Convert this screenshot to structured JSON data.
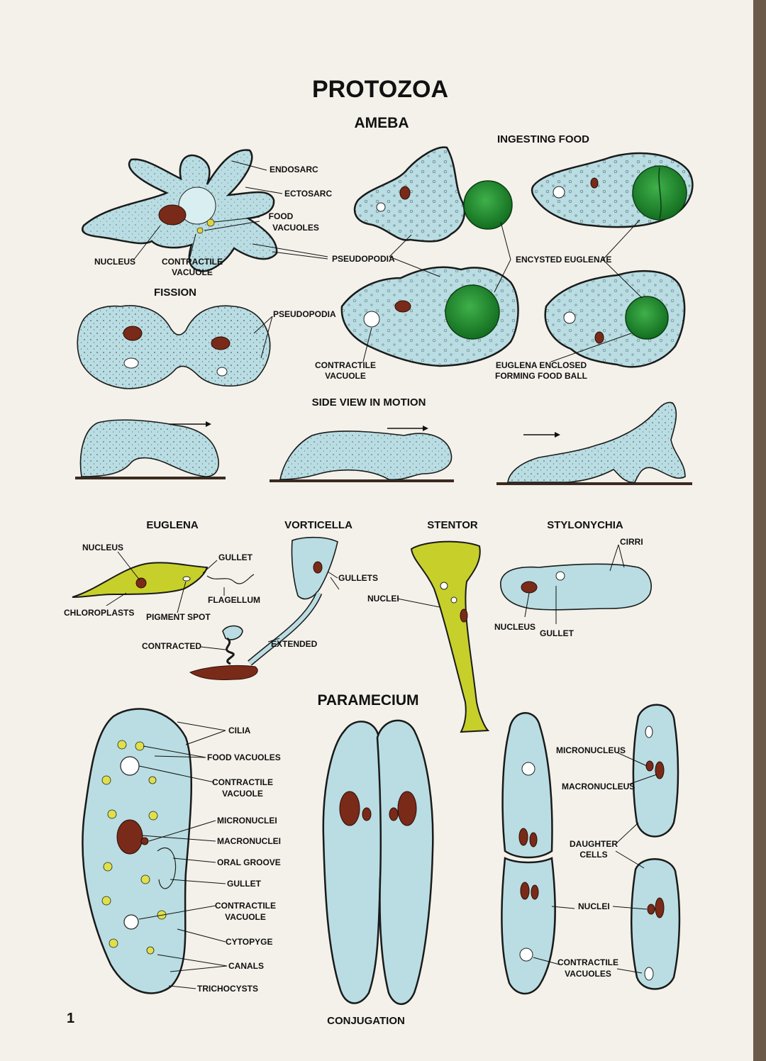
{
  "title": "PROTOZOA",
  "sections": {
    "ameba": "AMEBA",
    "paramecium": "PARAMECIUM"
  },
  "ameba": {
    "labels": {
      "endosarc": "ENDOSARC",
      "ectosarc": "ECTOSARC",
      "food_vacuoles": [
        "FOOD",
        "VACUOLES"
      ],
      "nucleus": "NUCLEUS",
      "contractile_vacuole": [
        "CONTRACTILE",
        "VACUOLE"
      ],
      "pseudopodia": "PSEUDOPODIA"
    },
    "fission": {
      "heading": "FISSION",
      "pseudopodia": "PSEUDOPODIA"
    },
    "ingesting_food": {
      "heading": "INGESTING FOOD",
      "encysted_euglenae": "ENCYSTED EUGLENAE",
      "contractile_vacuole": [
        "CONTRACTILE",
        "VACUOLE"
      ],
      "euglena_enclosed": [
        "EUGLENA ENCLOSED",
        "FORMING FOOD BALL"
      ]
    },
    "side_view": {
      "heading": "SIDE VIEW IN MOTION"
    }
  },
  "euglena": {
    "heading": "EUGLENA",
    "nucleus": "NUCLEUS",
    "gullet": "GULLET",
    "flagellum": "FLAGELLUM",
    "chloroplasts": "CHLOROPLASTS",
    "pigment_spot": "PIGMENT SPOT"
  },
  "vorticella": {
    "heading": "VORTICELLA",
    "gullets": "GULLETS",
    "nuclei": "NUCLEI",
    "contracted": "CONTRACTED",
    "extended": "EXTENDED"
  },
  "stentor": {
    "heading": "STENTOR"
  },
  "stylonychia": {
    "heading": "STYLONYCHIA",
    "cirri": "CIRRI",
    "nucleus": "NUCLEUS",
    "gullet": "GULLET"
  },
  "paramecium": {
    "cilia": "CILIA",
    "food_vacuoles": "FOOD VACUOLES",
    "contractile_vacuole_1": [
      "CONTRACTILE",
      "VACUOLE"
    ],
    "micronuclei": "MICRONUCLEI",
    "macronuclei": "MACRONUCLEI",
    "oral_groove": "ORAL GROOVE",
    "gullet": "GULLET",
    "contractile_vacuole_2": [
      "CONTRACTILE",
      "VACUOLE"
    ],
    "cytopyge": "CYTOPYGE",
    "canals": "CANALS",
    "trichocysts": "TRICHOCYSTS",
    "conjugation": "CONJUGATION"
  },
  "division": {
    "micronucleus": "MICRONUCLEUS",
    "macronucleus": "MACRONUCLEUS",
    "daughter_cells": [
      "DAUGHTER",
      "CELLS"
    ],
    "nuclei": "NUCLEI",
    "contractile_vacuoles": [
      "CONTRACTILE",
      "VACUOLES"
    ]
  },
  "page_number": "1",
  "colors": {
    "paper": "#f5f2ec",
    "cell_blue": "#b9dde2",
    "nucleus": "#7a2a18",
    "euglena_green": "#1f8a2c",
    "yellow_green": "#c7d02a",
    "outline": "#1a1a1a"
  }
}
